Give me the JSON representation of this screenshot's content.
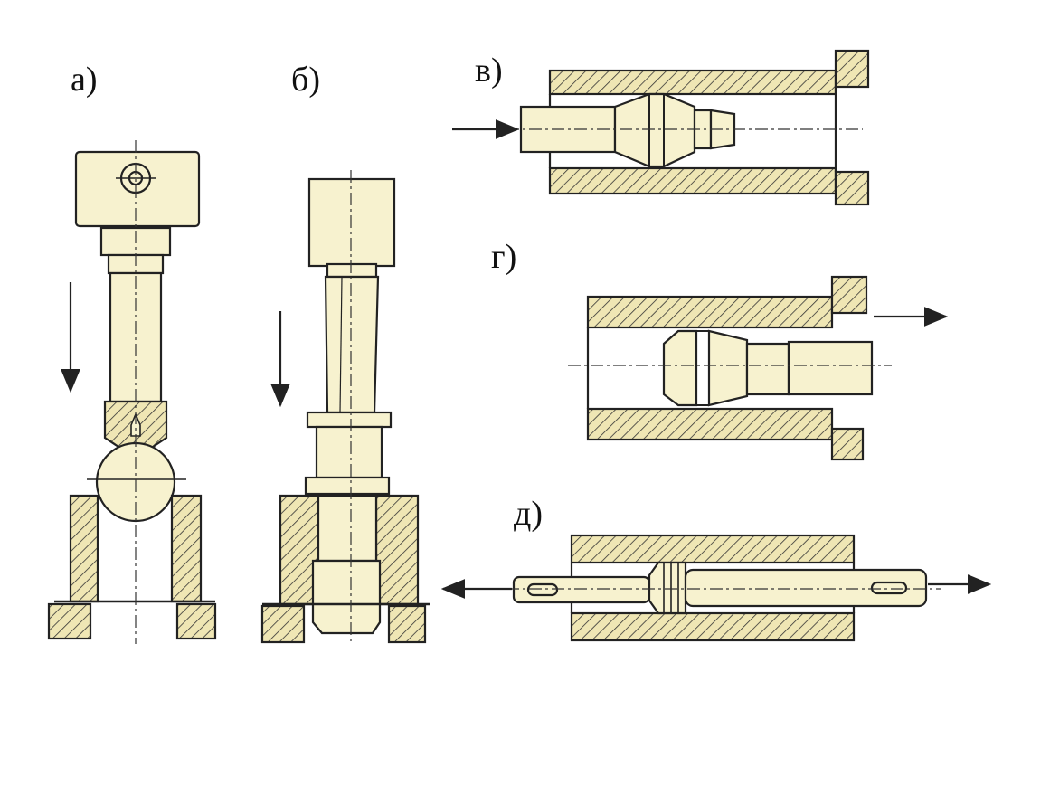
{
  "panels": {
    "a": {
      "label": "а)"
    },
    "b": {
      "label": "б)"
    },
    "v": {
      "label": "в)"
    },
    "g": {
      "label": "г)"
    },
    "d": {
      "label": "д)"
    }
  },
  "colors": {
    "ink": "#222222",
    "paper": "#ffffff",
    "part_fill": "#f7f2cf",
    "hatch_bg": "#efe6b4"
  }
}
